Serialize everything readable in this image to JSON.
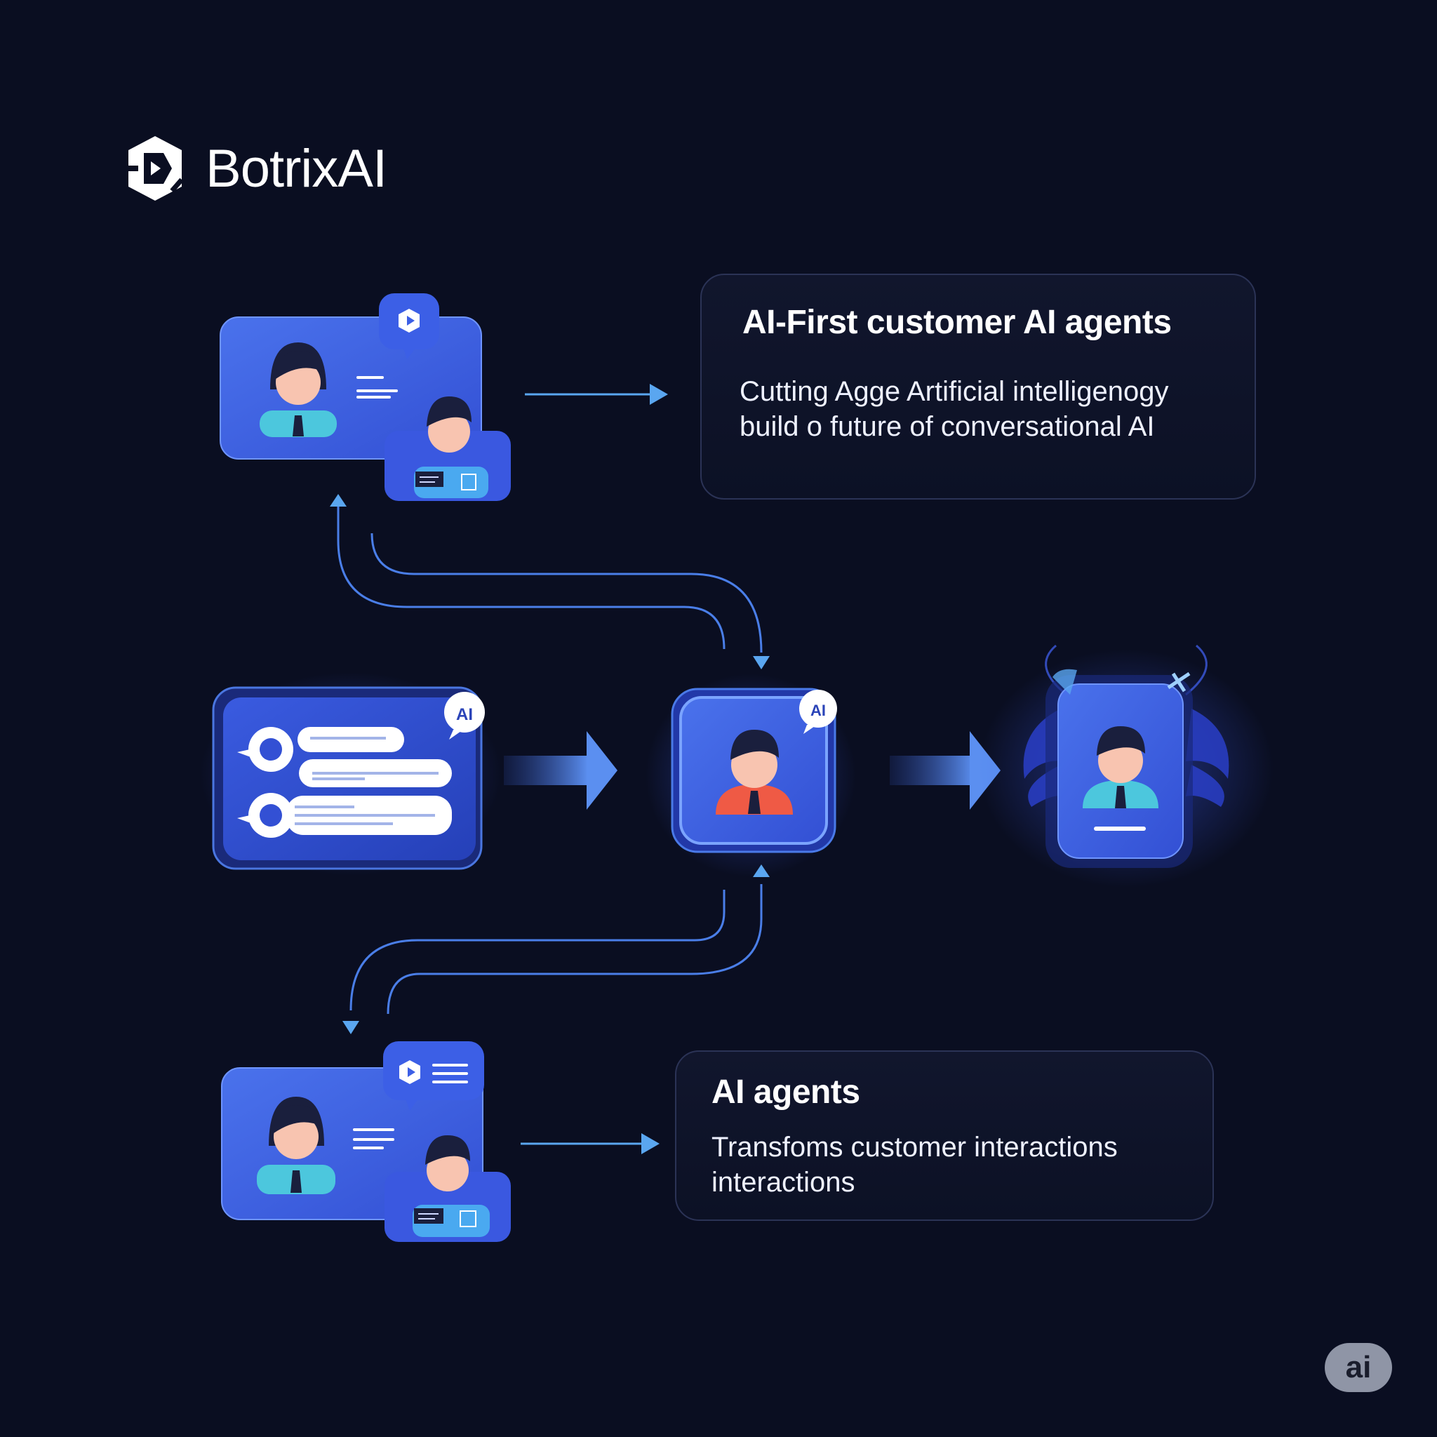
{
  "brand": {
    "name": "BotrixAI"
  },
  "cards": [
    {
      "title": "AI-First customer AI agents",
      "body": "Cutting Agge Artificial intelligenogy\nbuild o future of conversational AI"
    },
    {
      "title": "AI agents",
      "body": "Transfoms customer interactions\ninteractions"
    }
  ],
  "tags": {
    "chat_panel": "AI",
    "hub": "AI"
  },
  "badge": "ai",
  "colors": {
    "background": "#0a0e21",
    "panel": "#3b5ee0",
    "accent": "#5aa6f0",
    "border": "#2b3356"
  }
}
